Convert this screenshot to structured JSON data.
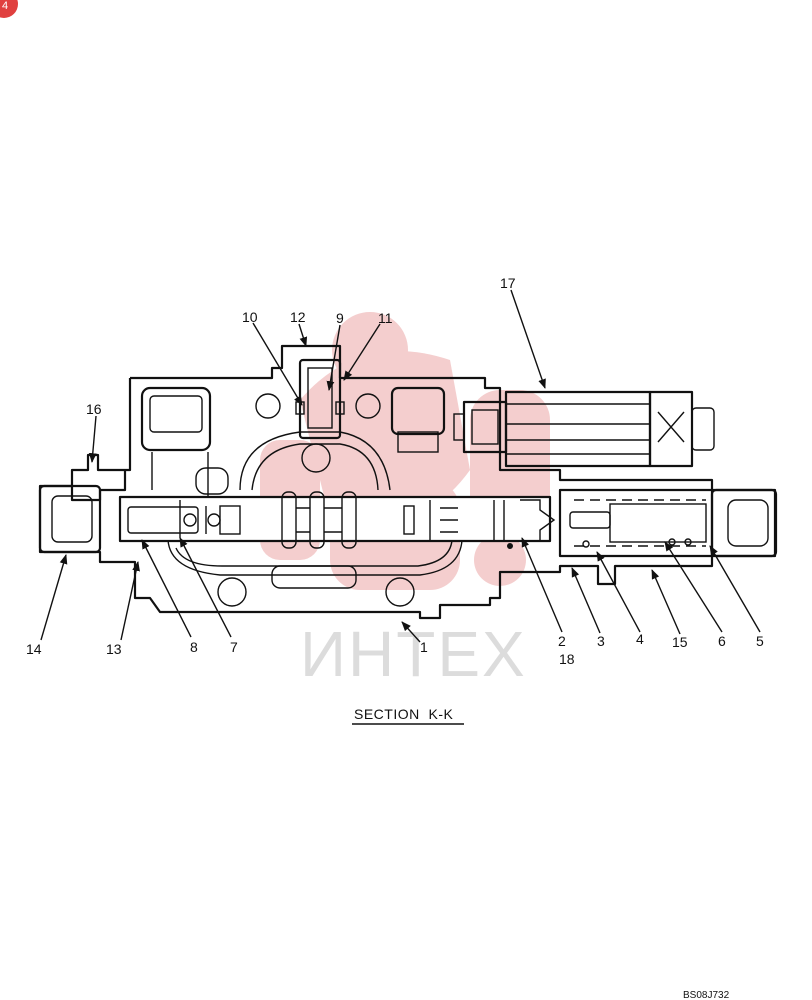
{
  "caption": "SECTION  K-K",
  "drawing_code": "BS08J732",
  "watermark_text": "ИНТЕХ",
  "badge_text": "4",
  "colors": {
    "line": "#111111",
    "watermark_red": "#f3c9c9",
    "badge": "#e0403f"
  },
  "callouts": [
    {
      "id": "c1",
      "label": "1"
    },
    {
      "id": "c2",
      "label": "2"
    },
    {
      "id": "c3",
      "label": "3"
    },
    {
      "id": "c4",
      "label": "4"
    },
    {
      "id": "c5",
      "label": "5"
    },
    {
      "id": "c6",
      "label": "6"
    },
    {
      "id": "c7",
      "label": "7"
    },
    {
      "id": "c8",
      "label": "8"
    },
    {
      "id": "c9",
      "label": "9"
    },
    {
      "id": "c10",
      "label": "10"
    },
    {
      "id": "c11",
      "label": "11"
    },
    {
      "id": "c12",
      "label": "12"
    },
    {
      "id": "c13",
      "label": "13"
    },
    {
      "id": "c14",
      "label": "14"
    },
    {
      "id": "c15",
      "label": "15"
    },
    {
      "id": "c16",
      "label": "16"
    },
    {
      "id": "c17",
      "label": "17"
    },
    {
      "id": "c18",
      "label": "18"
    }
  ]
}
